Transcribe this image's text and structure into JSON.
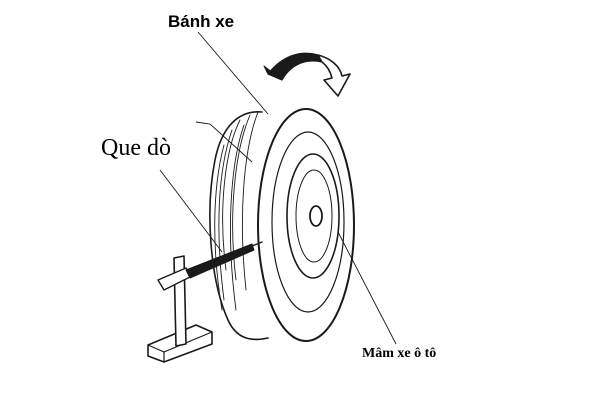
{
  "labels": {
    "wheel": "Bánh xe",
    "probe": "Que dò",
    "rim": "Mâm xe ô tô"
  },
  "icons": {
    "rotation": "rotation-arrow-icon"
  },
  "colors": {
    "ink": "#1a1a1a",
    "background": "#ffffff"
  }
}
